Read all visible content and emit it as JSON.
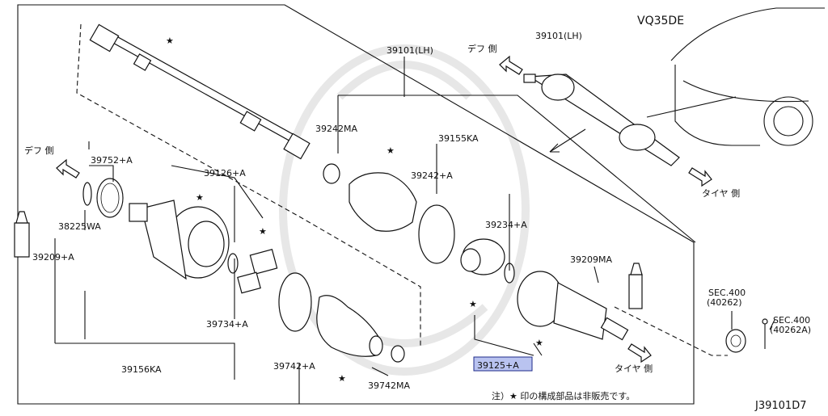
{
  "engine": "VQ35DE",
  "figure_id": "J39101D7",
  "note": "注）★ 印の構成部品は非販売です。",
  "highlight_color": "#b9c3f0",
  "labels": {
    "p39101_main": "39101(LH)",
    "p39101_inset": "39101(LH)",
    "p39242MA": "39242MA",
    "p39155KA": "39155KA",
    "p39242A": "39242+A",
    "p39752A": "39752+A",
    "p39126A": "39126+A",
    "p38225WA": "38225WA",
    "p39209A": "39209+A",
    "p39234A": "39234+A",
    "p39209MA": "39209MA",
    "p39734A": "39734+A",
    "p39156KA": "39156KA",
    "p39742A": "39742+A",
    "p39742MA": "39742MA",
    "p39125A": "39125+A",
    "sec400_1a": "SEC.400",
    "sec400_1b": "(40262)",
    "sec400_2a": "SEC.400",
    "sec400_2b": "(40262A)",
    "diff_side_left": "デフ 側",
    "diff_side_inset": "デフ 側",
    "tire_side_inset": "タイヤ 側",
    "tire_side_main": "タイヤ 側"
  },
  "star_symbol": "★"
}
